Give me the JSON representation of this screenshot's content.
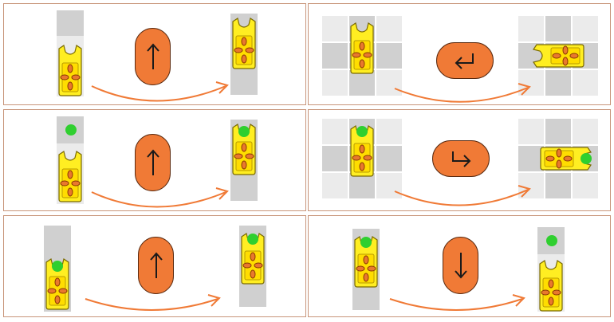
{
  "title": "",
  "colors": {
    "panel_border": "#c8957a",
    "tile": "#d0d0d0",
    "tile_light": "#ebebeb",
    "robot_body": "#ffee22",
    "robot_outline": "#7a6a00",
    "pad": "#e8782e",
    "button": "#f07a36",
    "arrow": "#f07a36",
    "goal_dot": "#2fcf2f"
  },
  "icons": {
    "up": "arrow-up-icon",
    "down": "arrow-down-icon",
    "turn_left": "turn-left-icon",
    "turn_right": "turn-right-icon",
    "transition": "curved-arrow-icon",
    "robot": "robot-icon",
    "goal": "green-dot-icon"
  },
  "panels": [
    {
      "id": "p1",
      "command": "up"
    },
    {
      "id": "p2",
      "command": "turn_left"
    },
    {
      "id": "p3",
      "command": "up"
    },
    {
      "id": "p4",
      "command": "turn_right"
    },
    {
      "id": "p5",
      "command": "up"
    },
    {
      "id": "p6",
      "command": "down"
    }
  ]
}
